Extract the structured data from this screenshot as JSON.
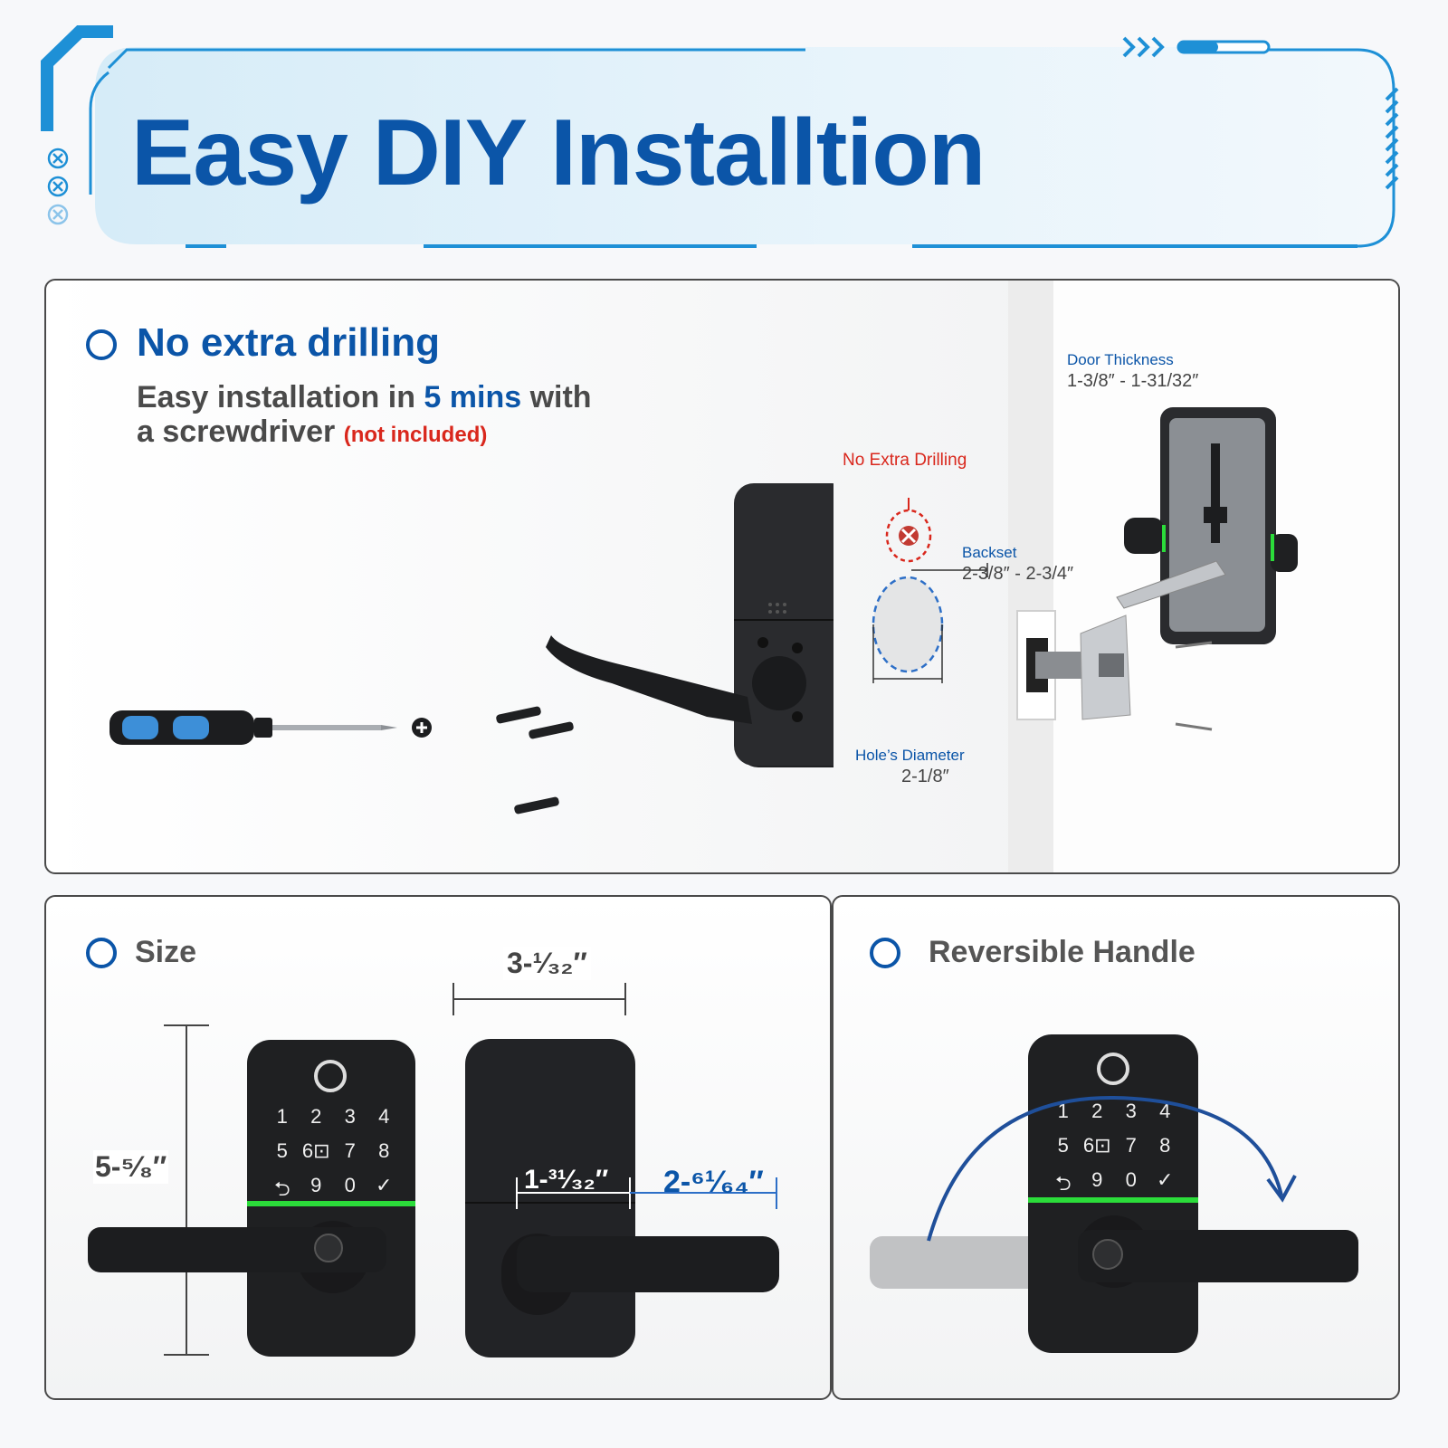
{
  "header": {
    "title": "Easy DIY Installtion"
  },
  "drilling": {
    "heading": "No extra drilling",
    "line1_a": "Easy installation in ",
    "line1_b": "5 mins",
    "line1_c": " with",
    "line2_a": "a screwdriver ",
    "line2_b": "(not included)",
    "no_extra_label": "No Extra Drilling",
    "backset_label": "Backset",
    "backset_value": "2-3/8″ - 2-3/4″",
    "hole_label": "Hole’s Diameter",
    "hole_value": "2-1/8″",
    "door_label": "Door Thickness",
    "door_value": "1-3/8″ - 1-31/32″"
  },
  "size": {
    "heading": "Size",
    "height_dim": "5-⁵⁄₈″",
    "width_dim": "3-¹⁄₃₂″",
    "depth_dim": "1-³¹⁄₃₂″",
    "handle_dim": "2-⁶¹⁄₆₄″"
  },
  "reversible": {
    "heading": "Reversible Handle"
  },
  "keypad": {
    "keys": [
      "1",
      "2",
      "3",
      "4",
      "5",
      "6⊡",
      "7",
      "8",
      "⮌",
      "9",
      "0",
      "✓"
    ]
  },
  "colors": {
    "brand_blue": "#0b55a8",
    "accent_green": "#2bdc3a",
    "lock_black": "#1f2022",
    "warning_red": "#d9271c"
  }
}
